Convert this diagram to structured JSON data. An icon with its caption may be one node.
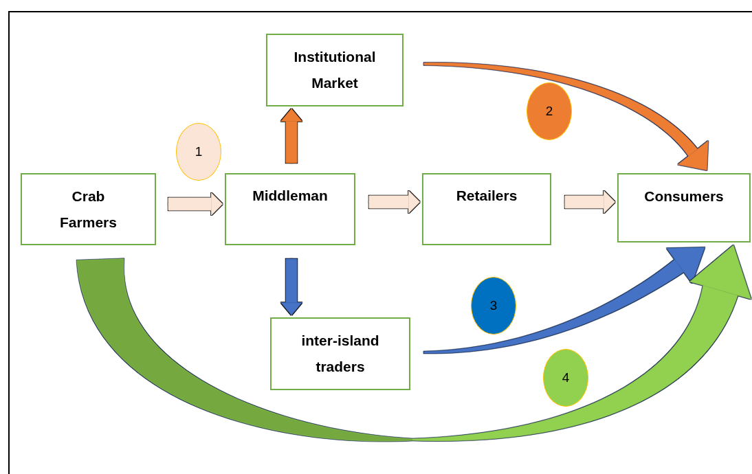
{
  "diagram": {
    "nodes": [
      {
        "text": [
          "Crab Farmers"
        ]
      },
      {
        "text": [
          "Middleman"
        ]
      },
      {
        "text": [
          "Institutional Market"
        ]
      },
      {
        "text": [
          "Retailers"
        ]
      },
      {
        "text": [
          "Consumers"
        ]
      },
      {
        "text": [
          "inter-island traders"
        ]
      },
      {
        "text": [
          "1"
        ]
      },
      {
        "text": [
          "2"
        ]
      },
      {
        "text": [
          "3"
        ]
      },
      {
        "text": [
          "4"
        ]
      }
    ],
    "edges": [
      {
        "from": 0,
        "to": 1,
        "arrow": "to",
        "color": "#fbe5d6"
      },
      {
        "from": 1,
        "to": 2,
        "arrow": "to",
        "color": "#ed7d31"
      },
      {
        "from": 1,
        "to": 3,
        "arrow": "to",
        "color": "#fbe5d6"
      },
      {
        "from": 3,
        "to": 4,
        "arrow": "to",
        "color": "#fbe5d6"
      },
      {
        "from": 1,
        "to": 5,
        "arrow": "to",
        "color": "#4472c4"
      },
      {
        "from": 2,
        "to": 4,
        "arrow": "to",
        "color": "#ed7d31"
      },
      {
        "from": 5,
        "to": 4,
        "arrow": "to",
        "color": "#4472c4"
      },
      {
        "from": 0,
        "to": 4,
        "arrow": "to",
        "color": "#92d050"
      }
    ]
  }
}
